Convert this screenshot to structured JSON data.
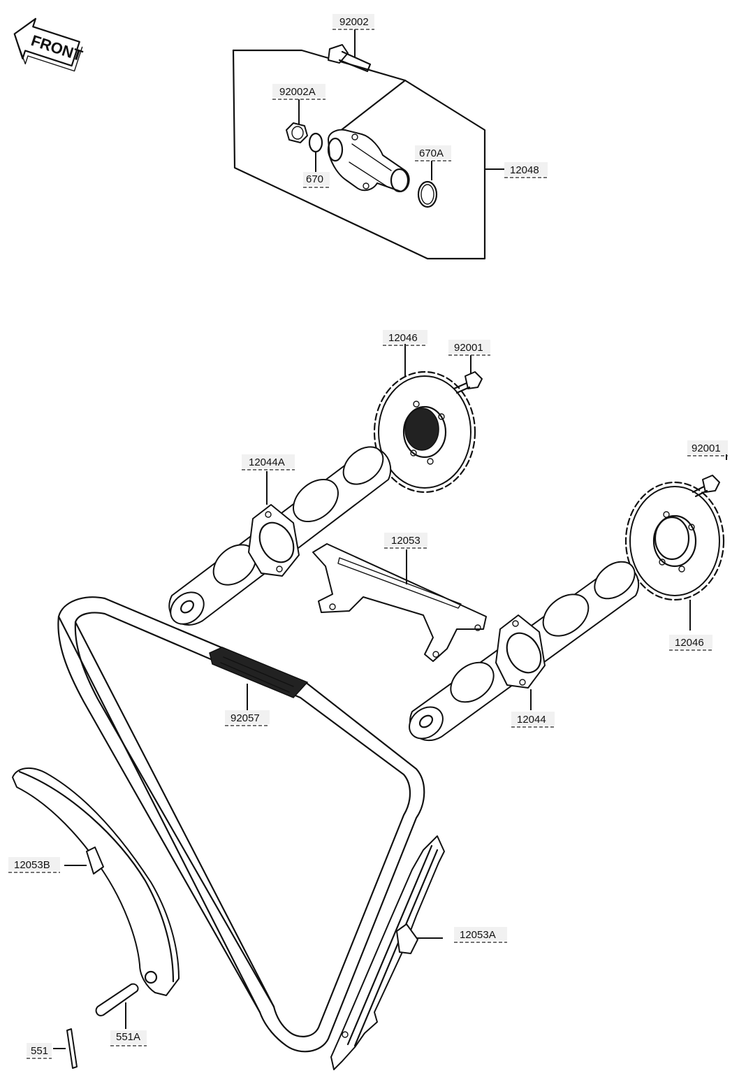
{
  "front_indicator": {
    "text": "FRONT"
  },
  "labels": {
    "l_92002": "92002",
    "l_92002A": "92002A",
    "l_670": "670",
    "l_670A": "670A",
    "l_12048": "12048",
    "l_12046_top": "12046",
    "l_92001_a": "92001",
    "l_92001_b": "92001",
    "l_12044A": "12044A",
    "l_12053": "12053",
    "l_12046_right": "12046",
    "l_92057": "92057",
    "l_12044": "12044",
    "l_12053B": "12053B",
    "l_12053A": "12053A",
    "l_551A": "551A",
    "l_551": "551"
  }
}
